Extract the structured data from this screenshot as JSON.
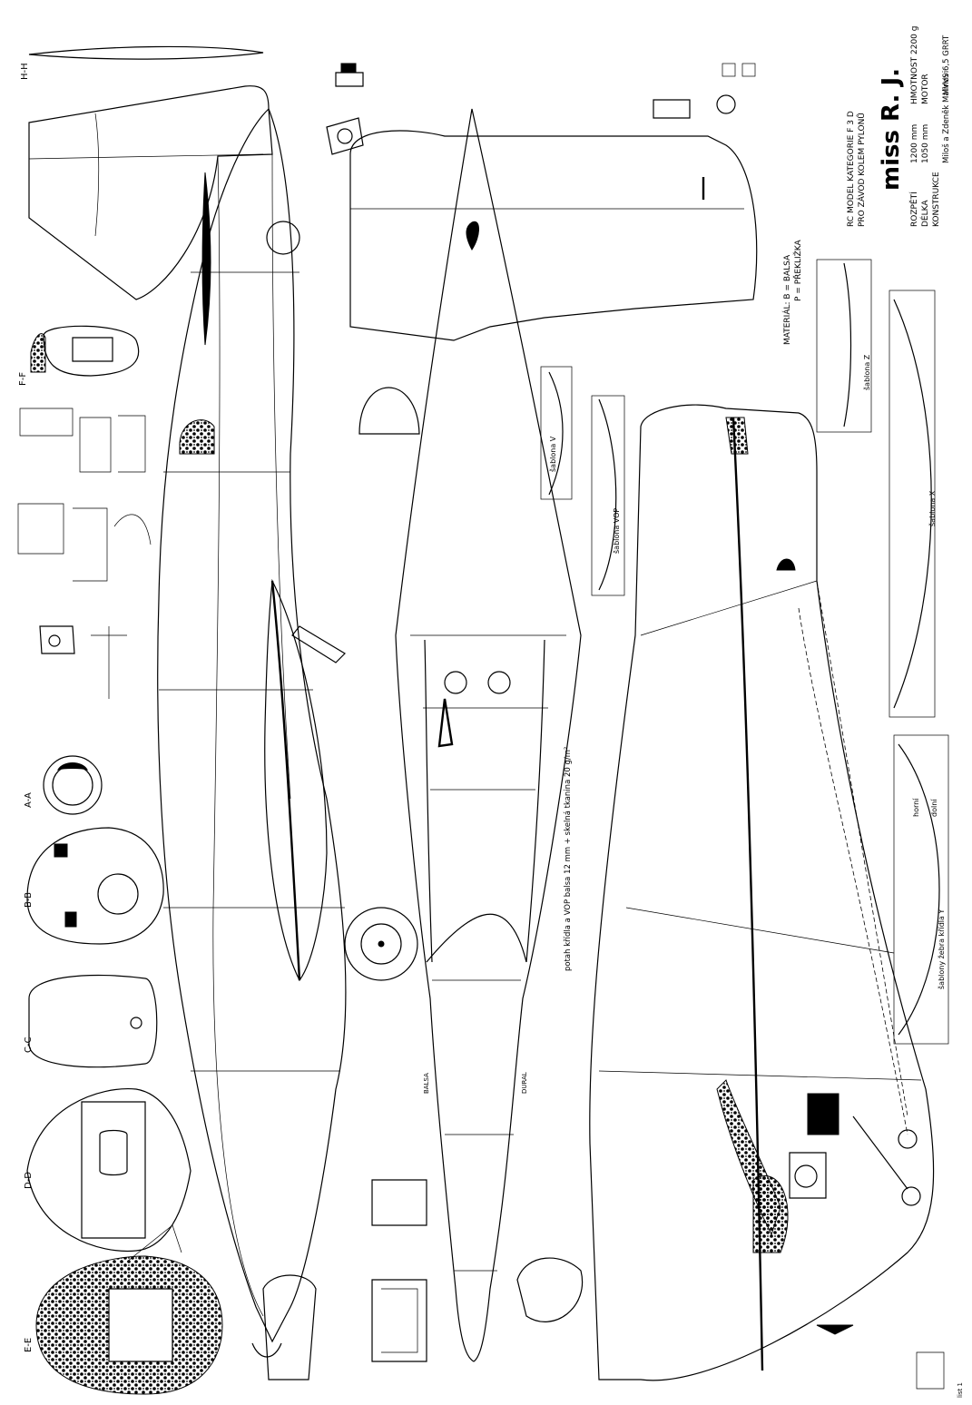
{
  "title_block": {
    "model_name": "miss R. J.",
    "category_line1": "RC MODEL KATEGORIE F 3 D",
    "category_line2": "PRO ZÁVOD KOLEM PYLONŮ",
    "span_label": "ROZPĚTÍ",
    "span_value": "1200 mm",
    "length_label": "DÉLKA",
    "length_value": "1050 mm",
    "design_label": "KONSTRUKCE",
    "design_value": "Miloš a Zdeněk Malinovi",
    "mass_label": "HMOTNOST",
    "mass_value": "2200 g",
    "engine_label": "MOTOR",
    "engine_value": "MVVS 6,5 GRRT"
  },
  "material_legend": {
    "line1": "MATERIÁL: B = BALSA",
    "line2": "P = PŘEKLIŽKA"
  },
  "section_labels": {
    "aa": "A-A",
    "bb": "B-B",
    "cc": "C-C",
    "dd": "D-D",
    "ee": "E-E",
    "ff": "F-F",
    "hh": "H-H"
  },
  "profile_labels": {
    "v": "šablona V",
    "vop": "šablona VOP",
    "z": "šablona Z",
    "x": "šablona X",
    "y": "šablony žebra křídla Y"
  },
  "notes": {
    "skin": "potah křídla a VOP balsa 12 mm + skelná tkanina 20 g/m²",
    "horni": "horní",
    "dolni": "dolní",
    "balsa": "BALSA",
    "dural": "DURAL",
    "sheet_no": "list 1"
  }
}
